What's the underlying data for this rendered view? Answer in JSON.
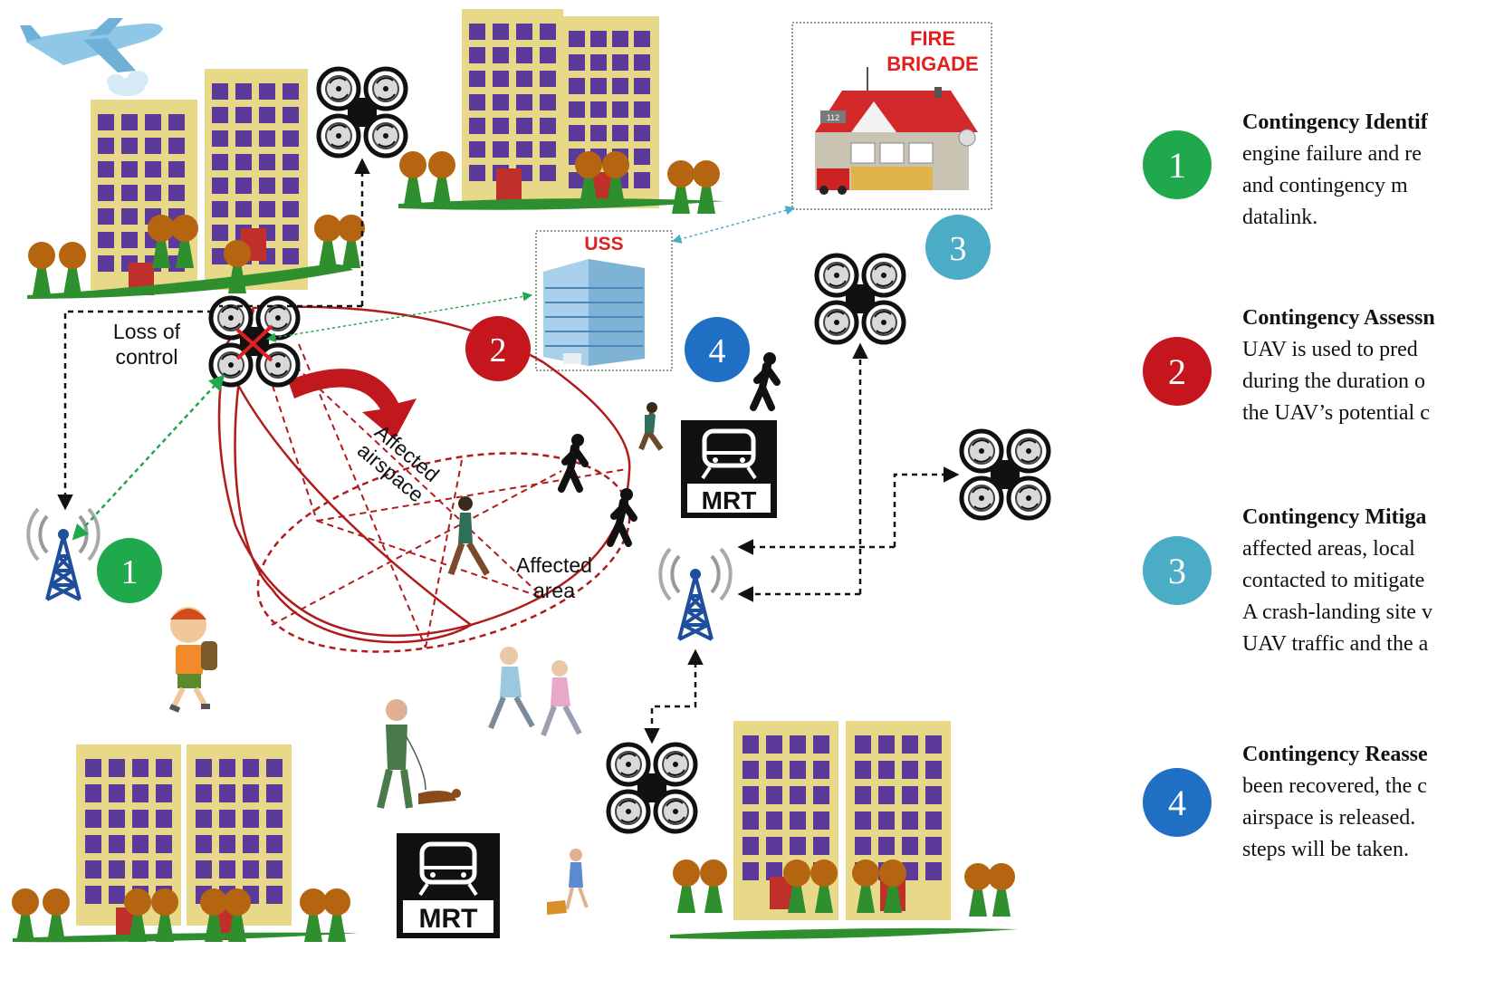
{
  "labels": {
    "loss_of_control_1": "Loss of",
    "loss_of_control_2": "control",
    "affected_airspace_1": "Affected",
    "affected_airspace_2": "airspace",
    "affected_area_1": "Affected",
    "affected_area_2": "area",
    "uss": "USS",
    "fire_brigade_1": "FIRE",
    "fire_brigade_2": "BRIGADE",
    "station_number": "112",
    "mrt": "MRT"
  },
  "badges": {
    "one": "1",
    "two": "2",
    "three": "3",
    "four": "4"
  },
  "steps": [
    {
      "number": "1",
      "color": "#20a94c",
      "title": "Contingency Identif",
      "lines": [
        "engine failure and re",
        "and   contingency   m",
        "datalink."
      ]
    },
    {
      "number": "2",
      "color": "#c4161c",
      "title": "Contingency Assessn",
      "lines": [
        "UAV  is  used  to  pred",
        "during  the  duration  o",
        "the UAV’s potential c"
      ]
    },
    {
      "number": "3",
      "color": "#4bacc6",
      "title": "Contingency  Mitiga",
      "lines": [
        "affected areas, local",
        "contacted to mitigate",
        "A crash-landing site v",
        "UAV traffic and the a"
      ]
    },
    {
      "number": "4",
      "color": "#1f6fc4",
      "title": "Contingency  Reasse",
      "lines": [
        "been recovered, the c",
        "airspace  is  released.",
        "steps will be taken."
      ]
    }
  ],
  "colors": {
    "building": "#e8d98a",
    "window": "#5b3a9a",
    "door": "#c0302a",
    "tree_trunk": "#2f8f2f",
    "tree_crown": "#b5650f",
    "affected_red": "#b01c1c",
    "link_green": "#20a94c",
    "link_teal": "#4bacc6"
  }
}
